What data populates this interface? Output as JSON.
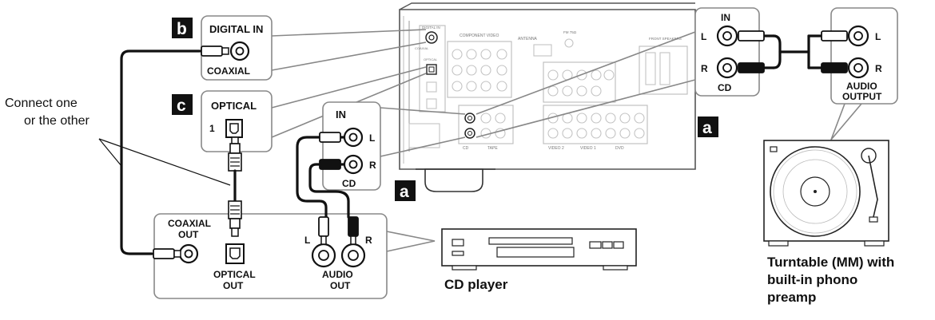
{
  "labels": {
    "b": "b",
    "c": "c",
    "a": "a",
    "digital_in": "DIGITAL IN",
    "coaxial": "COAXIAL",
    "optical": "OPTICAL",
    "optical_port_num": "1",
    "connect_line1": "Connect one",
    "connect_line2": "or the other",
    "in_cd": "IN",
    "l": "L",
    "r": "R",
    "cd": "CD",
    "coaxial_out_1": "COAXIAL",
    "coaxial_out_2": "OUT",
    "optical_out_1": "OPTICAL",
    "optical_out_2": "OUT",
    "audio_out_1": "AUDIO",
    "audio_out_2": "OUT",
    "cd_player": "CD player",
    "audio_output_1": "AUDIO",
    "audio_output_2": "OUTPUT",
    "turntable_1": "Turntable (MM) with",
    "turntable_2": "built-in phono",
    "turntable_3": "preamp"
  },
  "receiver_labels": {
    "digital_in": "DIGITAL IN",
    "coaxial": "COAXIAL",
    "optical": "OPTICAL",
    "component_video": "COMPONENT VIDEO",
    "antenna": "ANTENNA",
    "fm": "FM 75Ω",
    "front_speakers": "FRONT SPEAKERS",
    "tape": "TAPE",
    "cd": "CD",
    "video2": "VIDEO 2",
    "video1": "VIDEO 1",
    "dvd": "DVD"
  }
}
